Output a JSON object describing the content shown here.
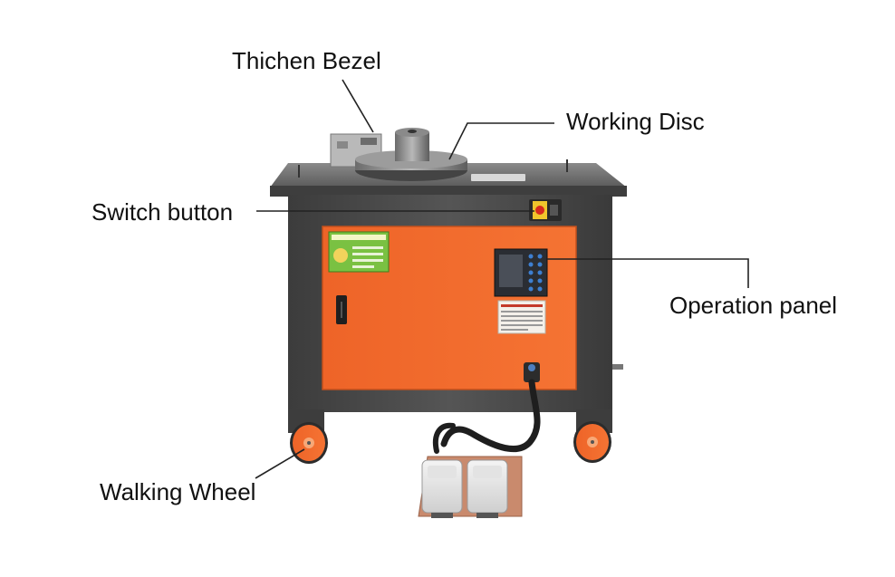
{
  "labels": {
    "thichen_bezel": "Thichen Bezel",
    "working_disc": "Working Disc",
    "switch_button": "Switch button",
    "operation_panel": "Operation panel",
    "walking_wheel": "Walking Wheel"
  },
  "colors": {
    "frame": "#4a4a4a",
    "door_orange": "#f26a2a",
    "wheel_orange": "#f06a2a",
    "pedal_base": "#c98a6d",
    "leader_line": "#222222"
  }
}
